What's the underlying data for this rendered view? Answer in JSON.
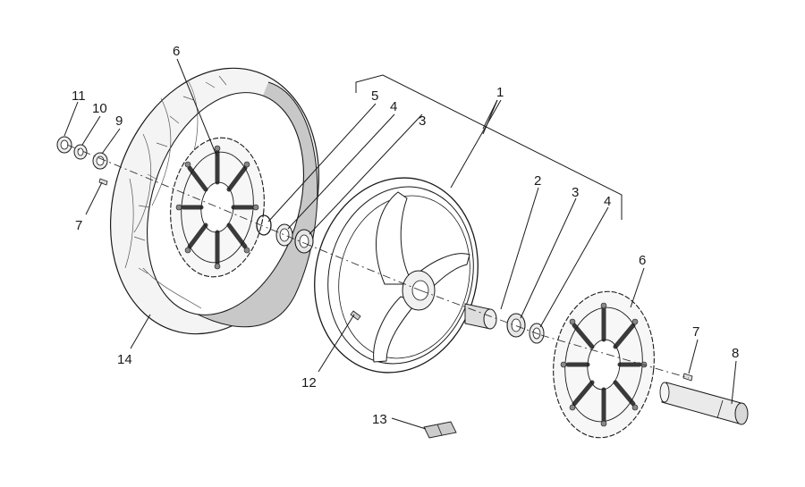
{
  "diagram": {
    "callouts": [
      {
        "id": "c1",
        "label": "1"
      },
      {
        "id": "c2",
        "label": "2"
      },
      {
        "id": "c3a",
        "label": "3"
      },
      {
        "id": "c3b",
        "label": "3"
      },
      {
        "id": "c4a",
        "label": "4"
      },
      {
        "id": "c4b",
        "label": "4"
      },
      {
        "id": "c5",
        "label": "5"
      },
      {
        "id": "c6a",
        "label": "6"
      },
      {
        "id": "c6b",
        "label": "6"
      },
      {
        "id": "c7a",
        "label": "7"
      },
      {
        "id": "c7b",
        "label": "7"
      },
      {
        "id": "c8",
        "label": "8"
      },
      {
        "id": "c9",
        "label": "9"
      },
      {
        "id": "c10",
        "label": "10"
      },
      {
        "id": "c11",
        "label": "11"
      },
      {
        "id": "c12",
        "label": "12"
      },
      {
        "id": "c13",
        "label": "13"
      },
      {
        "id": "c14",
        "label": "14"
      }
    ],
    "colors": {
      "line": "#1a1a1a",
      "tire_fill": "#f4f4f4",
      "tire_inner": "#c8c8c8",
      "disc_fill": "#f7f7f7",
      "rim_fill": "#ffffff"
    }
  }
}
